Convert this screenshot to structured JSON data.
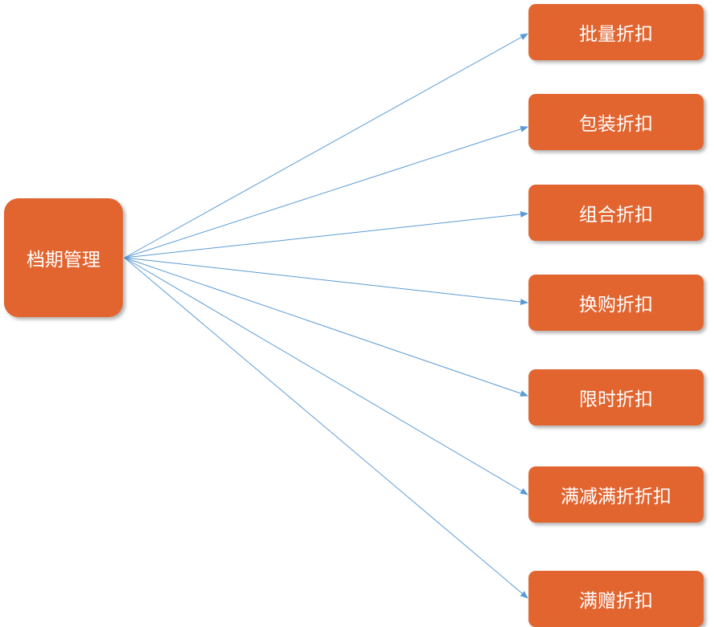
{
  "colors": {
    "node_fill": "#E26530",
    "connector": "#5B9BD5",
    "text": "#FFFFFF"
  },
  "root": {
    "label": "档期管理"
  },
  "children": [
    {
      "label": "批量折扣"
    },
    {
      "label": "包装折扣"
    },
    {
      "label": "组合折扣"
    },
    {
      "label": "换购折扣"
    },
    {
      "label": "限时折扣"
    },
    {
      "label": "满减满折折扣"
    },
    {
      "label": "满赠折扣"
    }
  ]
}
